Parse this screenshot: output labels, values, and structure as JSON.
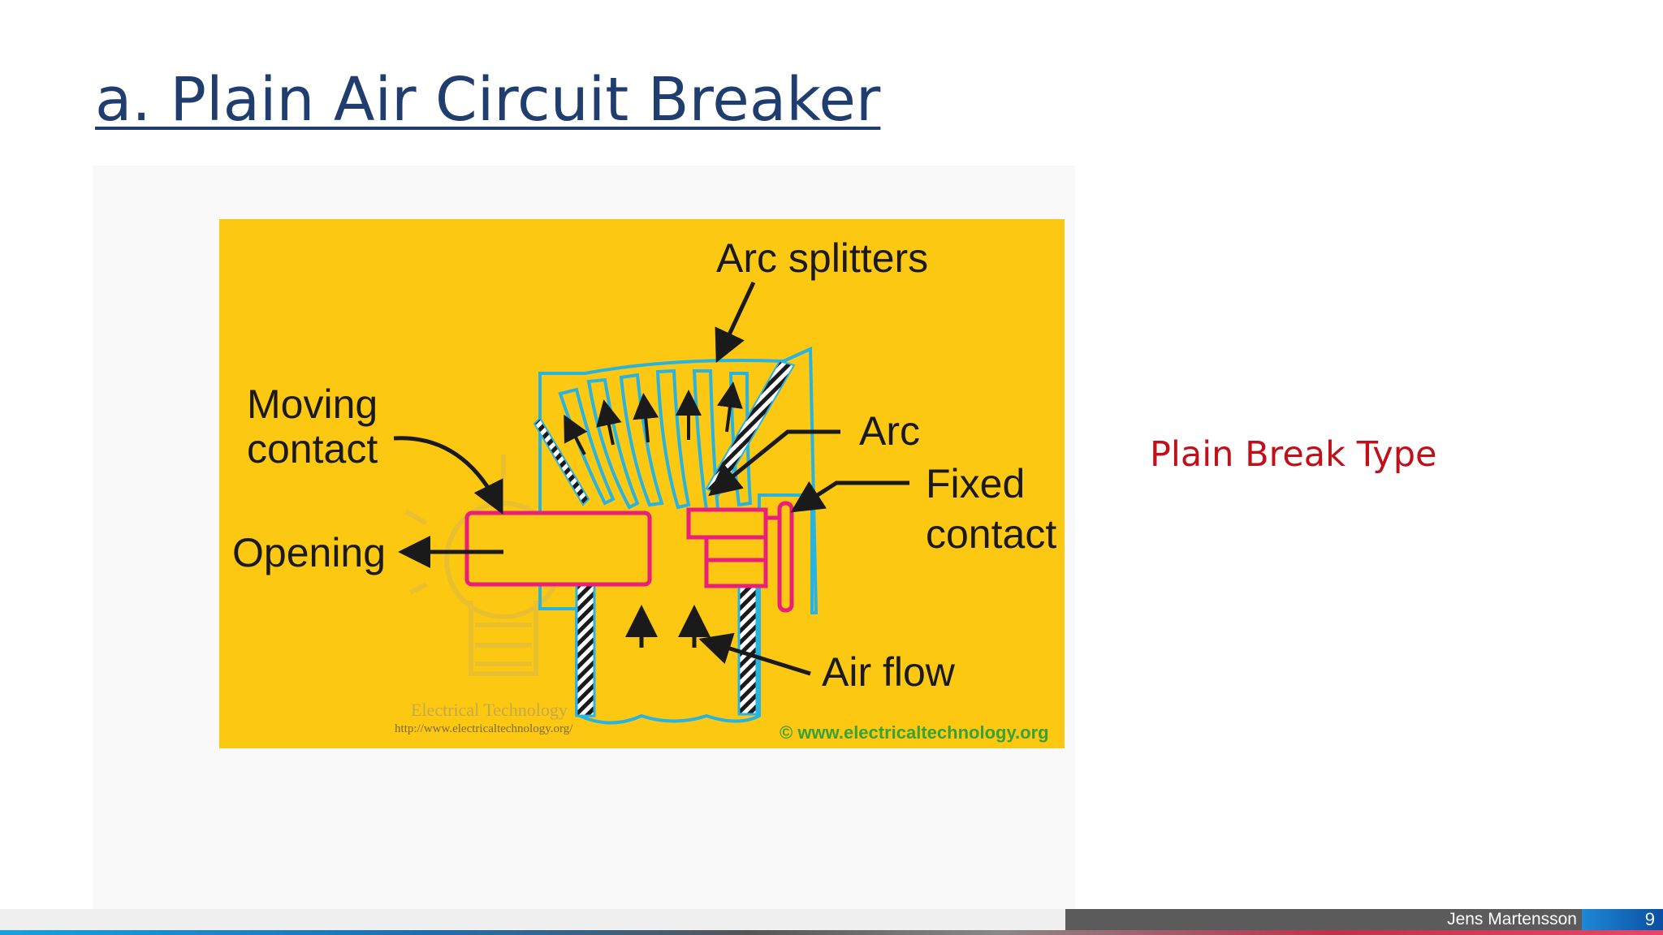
{
  "slide": {
    "title": "a. Plain Air Circuit Breaker",
    "side_label": "Plain Break Type",
    "author": "Jens Martensson",
    "page_number": "9"
  },
  "diagram": {
    "labels": {
      "arc_splitters": "Arc splitters",
      "moving_contact_line1": "Moving",
      "moving_contact_line2": "contact",
      "opening": "Opening",
      "arc": "Arc",
      "fixed_contact_line1": "Fixed",
      "fixed_contact_line2": "contact",
      "air_flow": "Air flow"
    },
    "watermark_text": "Electrical Technology",
    "watermark_url": "http://www.electricaltechnology.org/",
    "copyright": "© www.electricaltechnology.org",
    "colors": {
      "background": "#fcc812",
      "chute_outline": "#29b3e0",
      "contact": "#e8207a",
      "arrow": "#1a1a1a",
      "copyright": "#3aa135"
    }
  }
}
